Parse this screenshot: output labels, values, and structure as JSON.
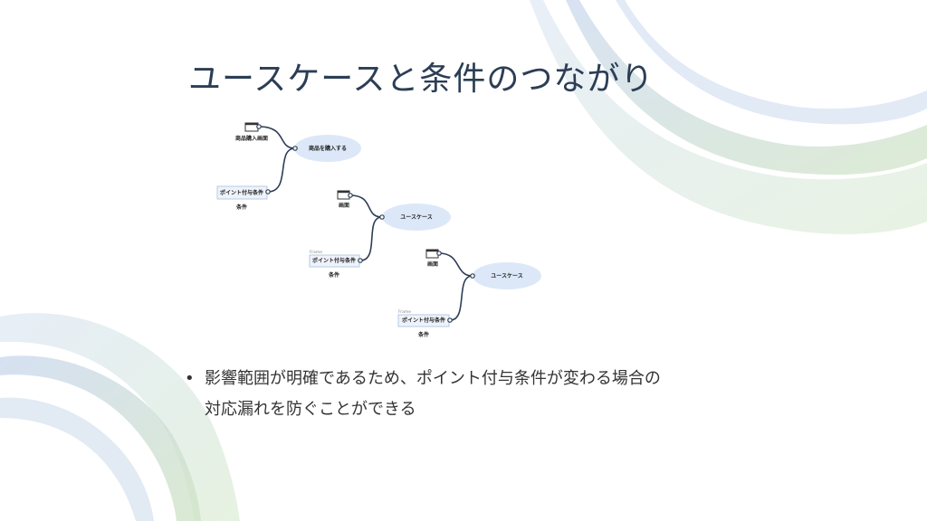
{
  "slide": {
    "title": "ユースケースと条件のつながり"
  },
  "diagram": {
    "groups": [
      {
        "screen_label": "商品購入画面",
        "usecase_label": "商品を購入する",
        "condition_label": "ポイント付与条件",
        "condition_type": "条件",
        "frame_tag": ""
      },
      {
        "screen_label": "画面",
        "usecase_label": "ユースケース",
        "condition_label": "ポイント付与条件",
        "condition_type": "条件",
        "frame_tag": "Frame"
      },
      {
        "screen_label": "画面",
        "usecase_label": "ユースケース",
        "condition_label": "ポイント付与条件",
        "condition_type": "条件",
        "frame_tag": "Frame"
      }
    ],
    "colors": {
      "usecase_fill": "#dce8f8",
      "condition_fill": "#eef3fb",
      "condition_border": "#a9bfdc",
      "connector": "#2d3e55"
    }
  },
  "bullets": [
    {
      "marker": "•",
      "lines": [
        "影響範囲が明確であるため、ポイント付与条件が変わる場合の",
        "対応漏れを防ぐことができる"
      ]
    }
  ],
  "decor": {
    "ribbon_blue": "#c9d7ee",
    "ribbon_green": "#cfe3c4"
  }
}
